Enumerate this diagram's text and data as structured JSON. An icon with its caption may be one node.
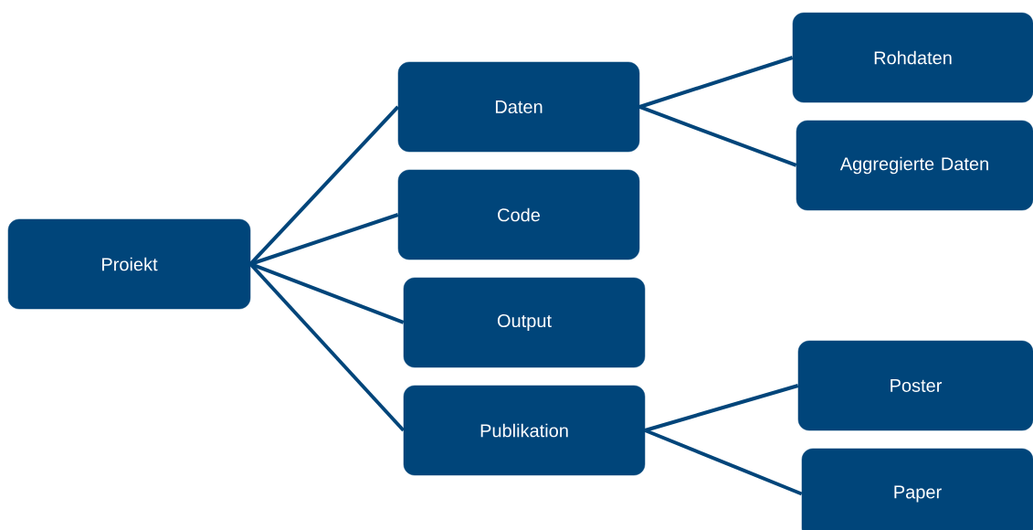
{
  "diagram": {
    "nodes": [
      {
        "text": [
          "Proiekt"
        ]
      },
      {
        "text": [
          "Daten"
        ]
      },
      {
        "text": [
          "Rohdaten"
        ]
      },
      {
        "text": [
          "Aggregierte Daten"
        ]
      },
      {
        "text": [
          "Code"
        ]
      },
      {
        "text": [
          "Output"
        ]
      },
      {
        "text": [
          "Publikation"
        ]
      },
      {
        "text": [
          "Poster"
        ]
      },
      {
        "text": [
          "Paper"
        ]
      }
    ],
    "edges": [
      {
        "from": 0,
        "to": 1,
        "arrow": "none"
      },
      {
        "from": 0,
        "to": 4,
        "arrow": "none"
      },
      {
        "from": 0,
        "to": 5,
        "arrow": "none"
      },
      {
        "from": 0,
        "to": 6,
        "arrow": "none"
      },
      {
        "from": 1,
        "to": 2,
        "arrow": "none"
      },
      {
        "from": 1,
        "to": 3,
        "arrow": "none"
      },
      {
        "from": 6,
        "to": 7,
        "arrow": "none"
      },
      {
        "from": 6,
        "to": 8,
        "arrow": "none"
      }
    ]
  }
}
